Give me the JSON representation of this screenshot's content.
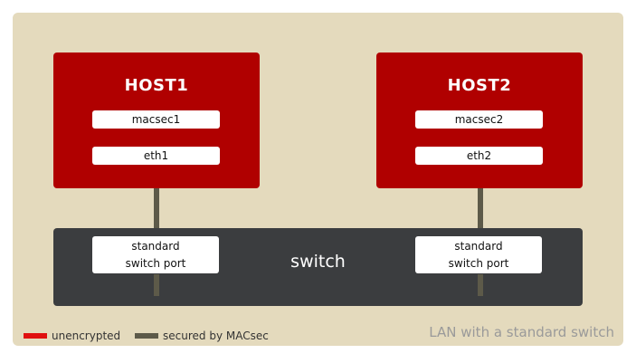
{
  "host1": {
    "title": "HOST1",
    "macsec": "macsec1",
    "eth": "eth1"
  },
  "host2": {
    "title": "HOST2",
    "macsec": "macsec2",
    "eth": "eth2"
  },
  "switch": {
    "label": "switch",
    "port1": {
      "line1": "standard",
      "line2": "switch port"
    },
    "port2": {
      "line1": "standard",
      "line2": "switch port"
    }
  },
  "legend": {
    "unencrypted": {
      "label": "unencrypted",
      "color": "#e01010"
    },
    "secured": {
      "label": "secured by MACsec",
      "color": "#5d5a49"
    }
  },
  "caption": "LAN with a standard switch",
  "colors": {
    "background": "#e4dabd",
    "host": "#b00000",
    "switch": "#3b3d3f",
    "wire": "#5d5a49"
  }
}
